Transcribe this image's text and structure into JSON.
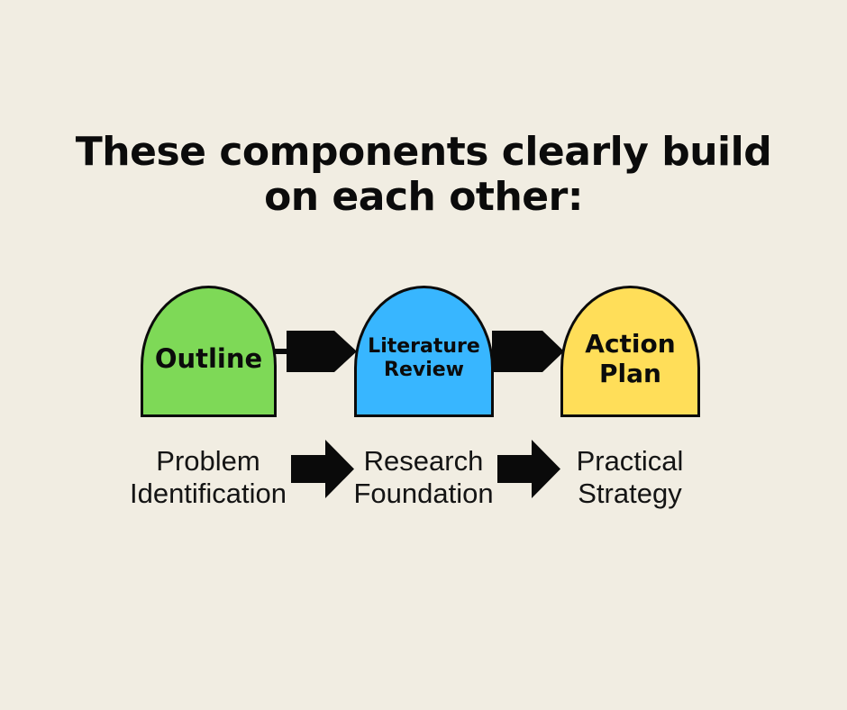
{
  "title": {
    "line1": "These components clearly build",
    "line2": "on each other:"
  },
  "stages": [
    {
      "label": "Outline",
      "description": "Problem\nIdentification",
      "color": "#7ED957"
    },
    {
      "label": "Literature\nReview",
      "description": "Research\nFoundation",
      "color": "#38B6FF"
    },
    {
      "label": "Action\nPlan",
      "description": "Practical\nStrategy",
      "color": "#FFDE59"
    }
  ],
  "colors": {
    "background": "#F1EDE2",
    "ink": "#0B0B0B",
    "arrow": "#0A0A0A"
  }
}
